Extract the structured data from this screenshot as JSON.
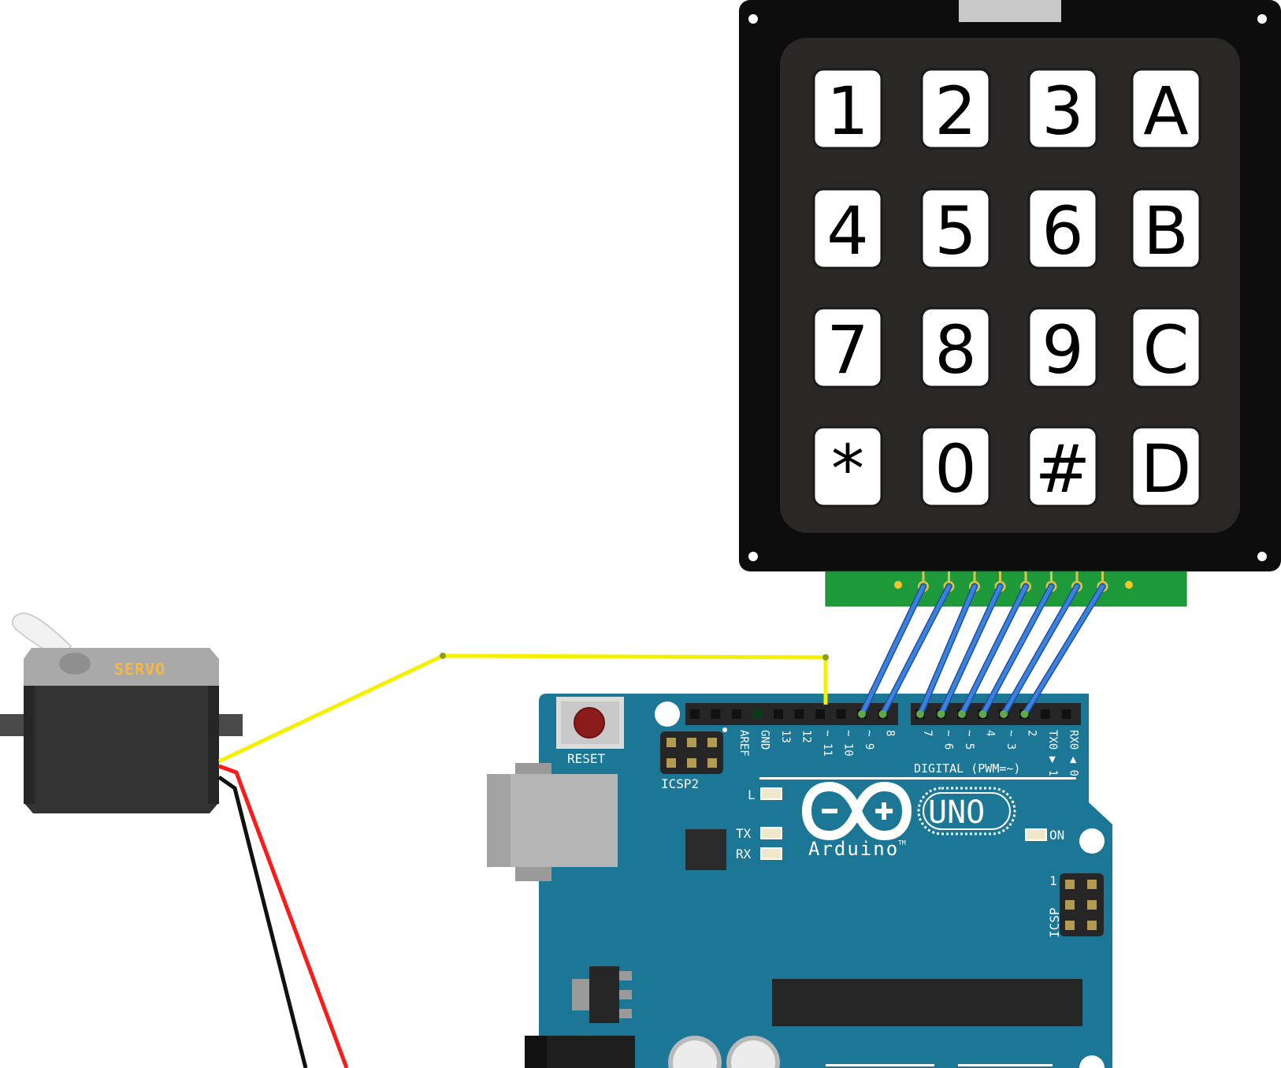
{
  "keypad": {
    "keys": [
      "1",
      "2",
      "3",
      "A",
      "4",
      "5",
      "6",
      "B",
      "7",
      "8",
      "9",
      "C",
      "*",
      "0",
      "#",
      "D"
    ]
  },
  "servo": {
    "label": "SERVO"
  },
  "arduino": {
    "reset_label": "RESET",
    "icsp2_label": "ICSP2",
    "icsp_label": "ICSP",
    "icsp_pin1": "1",
    "digital_label": "DIGITAL (PWM=~)",
    "left_header_pins": [
      "AREF",
      "GND",
      "13",
      "12",
      "~ 11",
      "~ 10",
      "~ 9",
      "8"
    ],
    "right_header_pins": [
      "7",
      "~ 6",
      "~ 5",
      "4",
      "~ 3",
      "2",
      "TX0 ▶ 1",
      "RX0 ◀ 0"
    ],
    "led_l": "L",
    "led_tx": "TX",
    "led_rx": "RX",
    "led_on": "ON",
    "brand": "Arduino",
    "tm": "TM",
    "model": "UNO"
  },
  "colors": {
    "board": "#1b7795",
    "keypad_frame": "#0d0d0d",
    "keypad_inner": "#2b2727",
    "connector": "#1f9a3a",
    "wire_signal": "#f5f000",
    "wire_power": "#ff1a1a",
    "wire_ground": "#111111",
    "wire_keypad": "#2f6fd6"
  }
}
